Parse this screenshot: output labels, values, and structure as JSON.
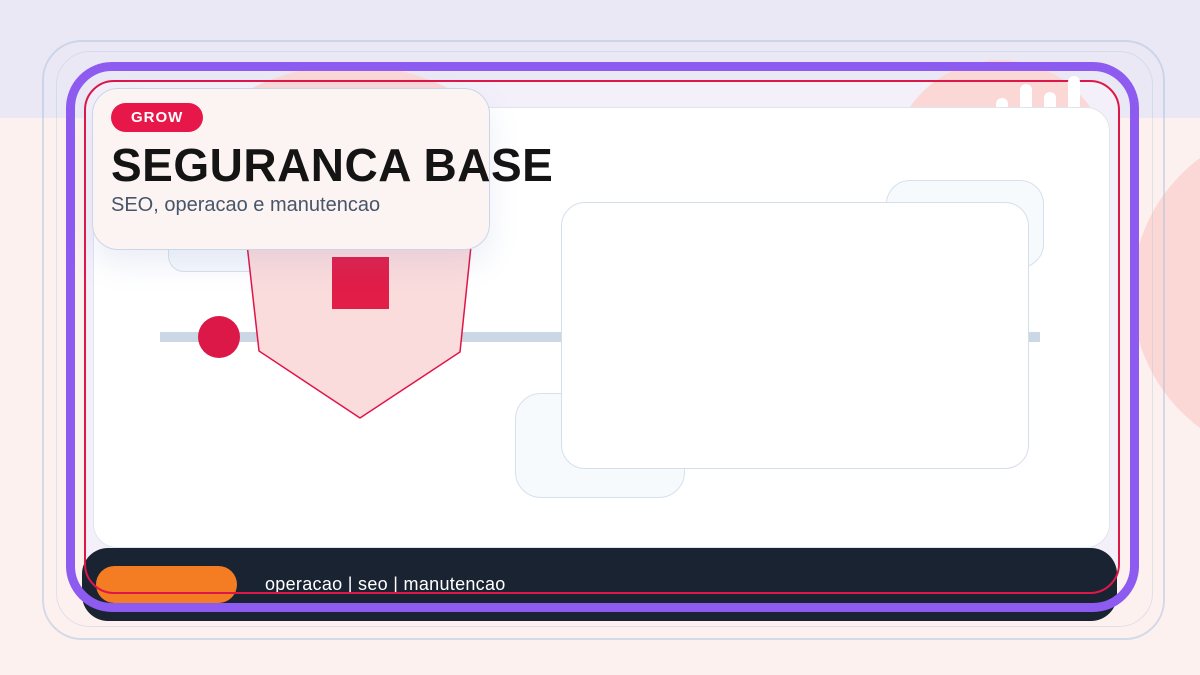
{
  "slide": {
    "badge": "GROW",
    "title": "SEGURANCA BASE",
    "subtitle": "SEO, operacao e manutencao",
    "footer_text": "operacao | seo | manutencao"
  },
  "icons": {
    "bar_chart_levels": [
      9,
      23,
      15,
      31
    ]
  },
  "colors": {
    "accent": "#DC1848",
    "badge": "#E8174A",
    "purple": "#8D5BEF",
    "navy": "#1A2331",
    "orange": "#F47C22",
    "blob": "#FBD8D6",
    "shield_fill": "#FBDCDC",
    "timeline": "#CCD7E5",
    "lavender_bg": "#EBE8F6",
    "pink_bg": "#FDF1F0",
    "inner_bg": "#F4F0FA",
    "card_bg": "#FCF4F3",
    "title_color": "#141414",
    "subtitle_color": "#475569",
    "ghost_fill": "#F6FAFD",
    "ghost_border": "#D6E0EE",
    "panel_border": "#DDE6F0"
  }
}
